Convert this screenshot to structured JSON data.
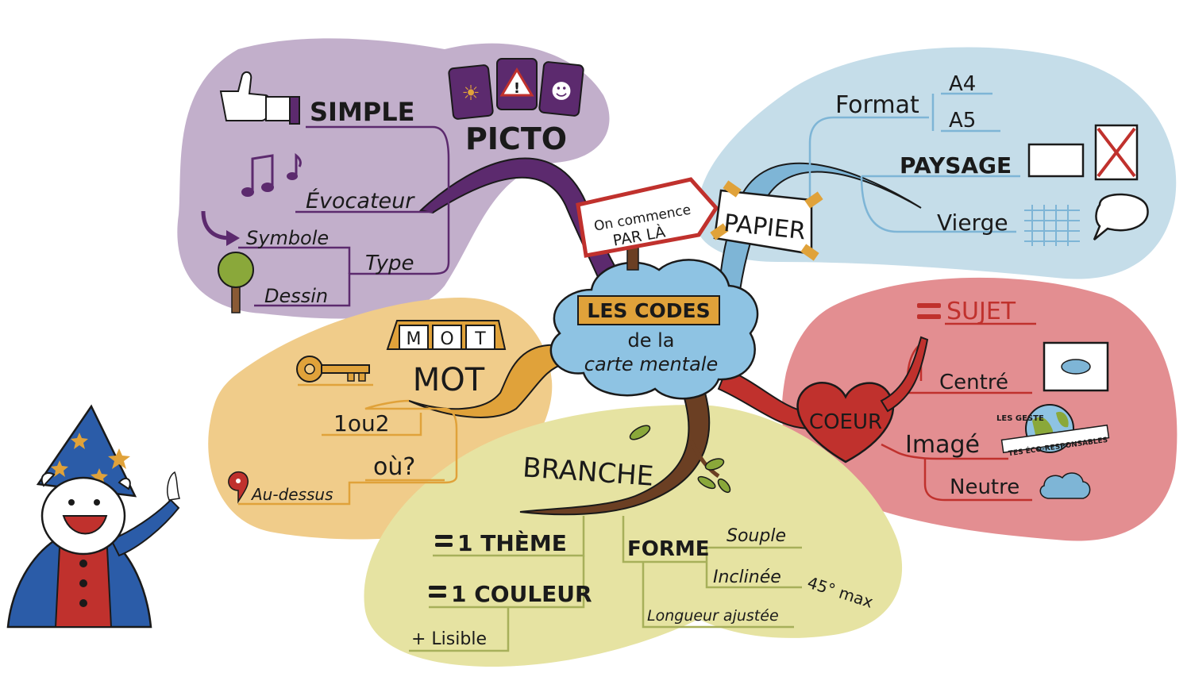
{
  "center": {
    "line1": "LES CODES",
    "line2": "de la",
    "line3": "carte mentale"
  },
  "sign": {
    "line1": "On commence",
    "line2": "PAR LÀ"
  },
  "picto": {
    "title": "PICTO",
    "simple": "SIMPLE",
    "evocateur": "Évocateur",
    "symbole": "Symbole",
    "type": "Type",
    "dessin": "Dessin",
    "card_labels": [
      "☀",
      "!",
      "☻"
    ]
  },
  "papier": {
    "title": "PAPIER",
    "format": "Format",
    "a4": "A4",
    "a5": "A5",
    "paysage": "PAYSAGE",
    "vierge": "Vierge"
  },
  "coeur": {
    "title": "COEUR",
    "equal": "=",
    "sujet": "SUJET",
    "centre": "Centré",
    "image": "Imagé",
    "neutre": "Neutre",
    "eco_line1": "LES GESTE",
    "eco_line2": "TES ÉCO-RESPONSABLES"
  },
  "mot": {
    "title": "MOT",
    "tiles": [
      "M",
      "O",
      "T"
    ],
    "un_ou_deux": "1ou2",
    "ou": "où?",
    "au_dessus": "Au-dessus"
  },
  "branche": {
    "title": "BRANCHE",
    "theme_prefix": "=",
    "theme": "1 THÈME",
    "couleur_prefix": "=",
    "couleur": "1 COULEUR",
    "lisible": "+ Lisible",
    "forme": "FORME",
    "souple": "Souple",
    "inclinee": "Inclinée",
    "angle": "45° max",
    "longueur": "Longueur ajustée"
  },
  "colors": {
    "purple_bg": "#c2afcb",
    "purple_line": "#5c2a6e",
    "blue_bg": "#c5dde9",
    "blue_line": "#7eb5d6",
    "red_bg": "#e38e91",
    "red_line": "#c0312d",
    "orange_bg": "#f0cc8a",
    "orange_line": "#e0a23a",
    "green_bg": "#e6e3a2",
    "green_line": "#a7b05a",
    "brown_branch": "#6b3f23",
    "cloud": "#8ec3e3"
  }
}
